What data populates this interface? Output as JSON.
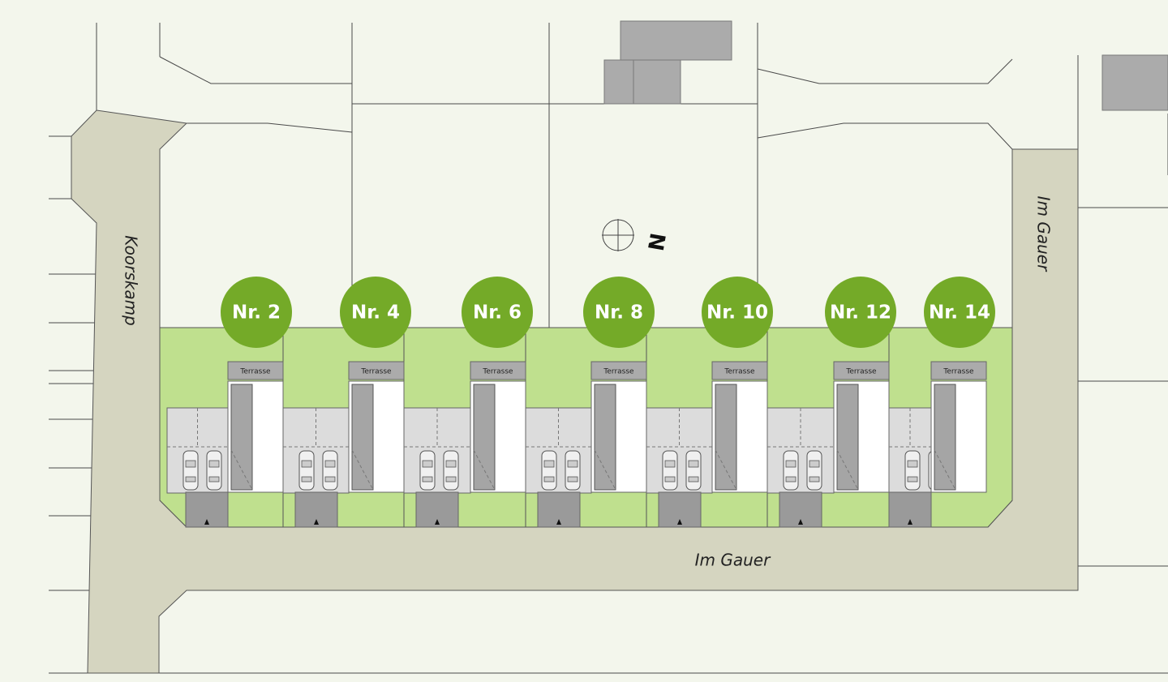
{
  "streets": {
    "left": "Koorskamp",
    "bottom": "Im Gauer",
    "right": "Im Gauer"
  },
  "compass": {
    "label": "N"
  },
  "terrace_label": "Terrasse",
  "lots": [
    {
      "label": "Nr. 2"
    },
    {
      "label": "Nr. 4"
    },
    {
      "label": "Nr. 6"
    },
    {
      "label": "Nr. 8"
    },
    {
      "label": "Nr. 10"
    },
    {
      "label": "Nr. 12"
    },
    {
      "label": "Nr. 14"
    }
  ],
  "colors": {
    "background": "#f3f6ec",
    "street": "#d5d5c0",
    "lawn": "#bfe08e",
    "badge": "#74aa28",
    "building_gray": "#ababab",
    "driveway": "#9a9a9a",
    "carport": "#dcdcdc"
  }
}
